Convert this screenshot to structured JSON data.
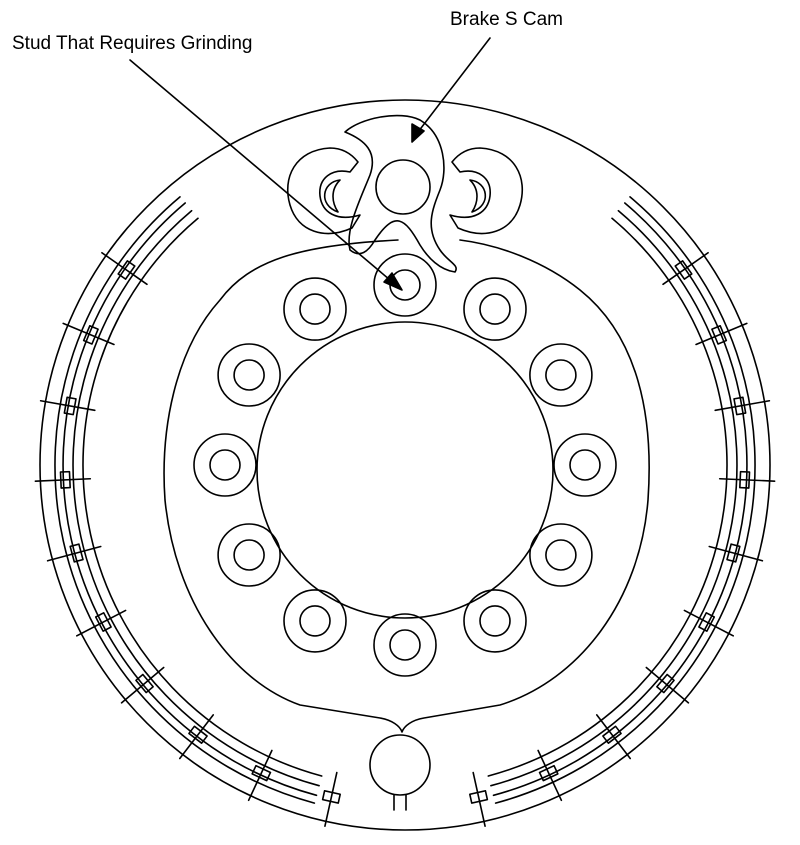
{
  "labels": {
    "stud": "Stud That Requires Grinding",
    "cam": "Brake S Cam"
  },
  "colors": {
    "stroke": "#000000",
    "background": "#ffffff"
  },
  "counts": {
    "wheel_studs": 12,
    "lining_rivet_rows": 20
  }
}
